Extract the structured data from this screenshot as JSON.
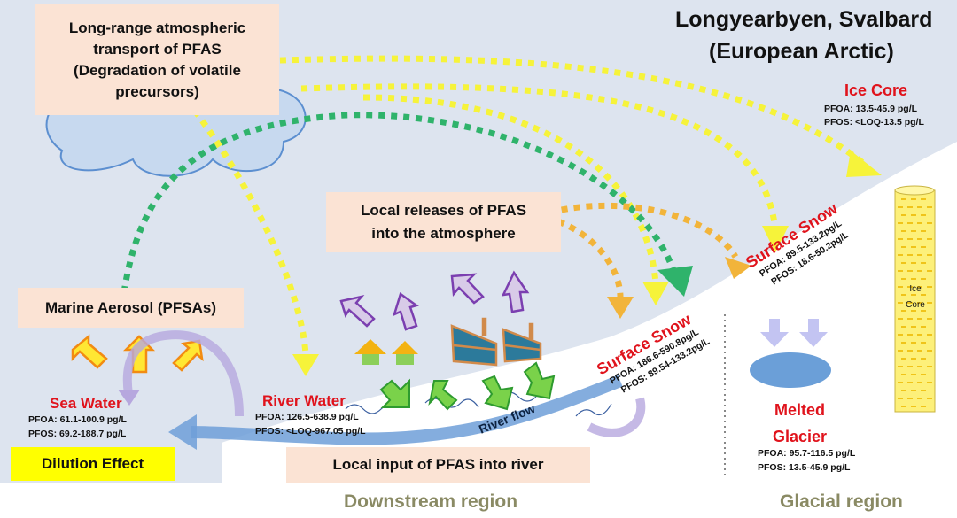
{
  "title": {
    "line1": "Longyearbyen, Svalbard",
    "line2": "(European Arctic)"
  },
  "boxes": {
    "long_range": [
      "Long-range atmospheric",
      "transport of PFAS",
      "(Degradation of volatile",
      "precursors)"
    ],
    "local_releases": [
      "Local releases of PFAS",
      "into the atmosphere"
    ],
    "marine_aerosol": "Marine Aerosol (PFSAs)",
    "local_input": "Local input of PFAS into river",
    "dilution": "Dilution Effect"
  },
  "sites": {
    "ice_core": {
      "name": "Ice Core",
      "pfoa": "PFOA: 13.5-45.9 pg/L",
      "pfos": "PFOS: <LOQ-13.5 pg/L"
    },
    "surface_snow_glacial": {
      "name": "Surface Snow",
      "pfoa": "PFOA: 89.5-133.2pg/L",
      "pfos": "PFOS: 18.6-50.2pg/L"
    },
    "surface_snow_downstream": {
      "name": "Surface Snow",
      "pfoa": "PFOA: 186.6-590.8pg/L",
      "pfos": "PFOS: 89.54-133.2pg/L"
    },
    "river_water": {
      "name": "River Water",
      "pfoa": "PFOA: 126.5-638.9 pg/L",
      "pfos": "PFOS: <LOQ-967.05 pg/L"
    },
    "sea_water": {
      "name": "Sea Water",
      "pfoa": "PFOA: 61.1-100.9 pg/L",
      "pfos": "PFOS: 69.2-188.7 pg/L"
    },
    "melted_glacier": {
      "name_line1": "Melted",
      "name_line2": "Glacier",
      "pfoa": "PFOA: 95.7-116.5 pg/L",
      "pfos": "PFOS: 13.5-45.9 pg/L"
    }
  },
  "ice_core_label": [
    "Ice",
    "Core"
  ],
  "river_flow_label": "River flow",
  "regions": {
    "downstream": "Downstream region",
    "glacial": "Glacial region"
  },
  "colors": {
    "sky": "#dde4ef",
    "snow": "#ffffff",
    "box_fill": "#fbe3d4",
    "dilution_fill": "#ffff00",
    "site_name": "#e0131c",
    "region_text": "#8a8a64",
    "yellow_arrow": "#f6f33a",
    "green_arrow": "#2fb36b",
    "orange_arrow": "#f2b43a",
    "river": "#6f9fd8",
    "purple_arrow": "#c9b8e3"
  }
}
